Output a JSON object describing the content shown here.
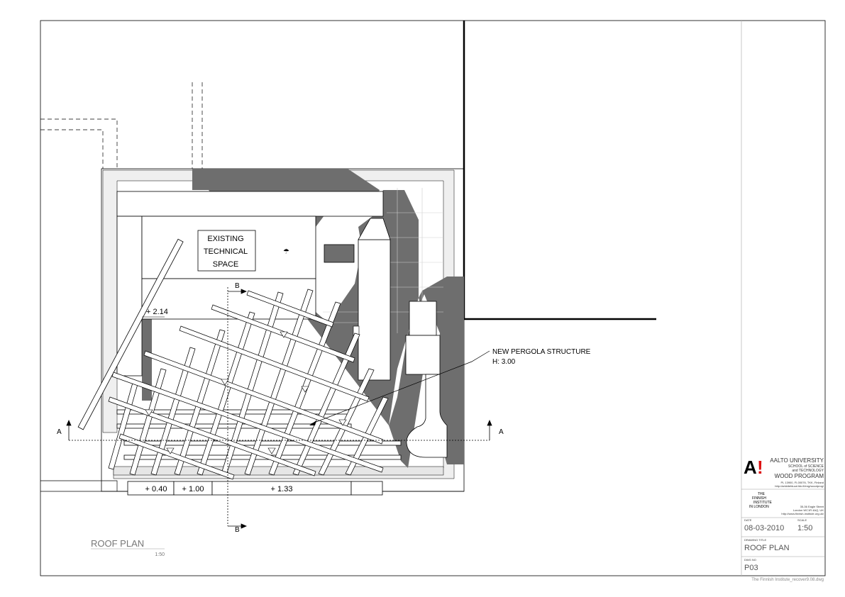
{
  "drawing": {
    "label_existing": [
      "EXISTING",
      "TECHNICAL",
      "SPACE"
    ],
    "level_existing": "+ 2.14",
    "levels_bottom": [
      "+ 0.40",
      "+ 1.00",
      "+ 1.33"
    ],
    "pergola_label": "NEW PERGOLA STRUCTURE",
    "pergola_height": "H: 3.00",
    "section_a": "A",
    "section_b": "B",
    "plan_title": "ROOF PLAN",
    "plan_scale": "1:50"
  },
  "title_block": {
    "university": "AALTO UNIVERSITY",
    "school_1": "SCHOOL of SCIENCE",
    "school_2": "and TECHNOLOGY",
    "program": "WOOD PROGRAM",
    "address_1": "PL 13900, FI-00076, TKK, Finland",
    "address_2": "http://arkkitehtuuri.tkk.fi/eng/woodprog/",
    "institute_1": "THE",
    "institute_2": "FINNISH",
    "institute_3": "INSTITUTE",
    "institute_4": "IN LONDON",
    "inst_address_1": "35-36 Eagle Street",
    "inst_address_2": "London WC1R 4AQ, UK",
    "inst_address_3": "http://www.finnish-institute.org.uk/",
    "date_label": "DATE",
    "scale_label": "SCALE",
    "date": "08-03-2010",
    "scale": "1:50",
    "drawing_title_label": "DRAWING TITLE",
    "drawing_title": "ROOF PLAN",
    "drawing_no_label": "DWG NO",
    "drawing_no": "P03",
    "filename": "The Finnish Institute_recover9.08.dwg"
  },
  "colors": {
    "shadow": "#6e6e6e",
    "line": "#000000",
    "hatch": "#bdbdbd"
  }
}
